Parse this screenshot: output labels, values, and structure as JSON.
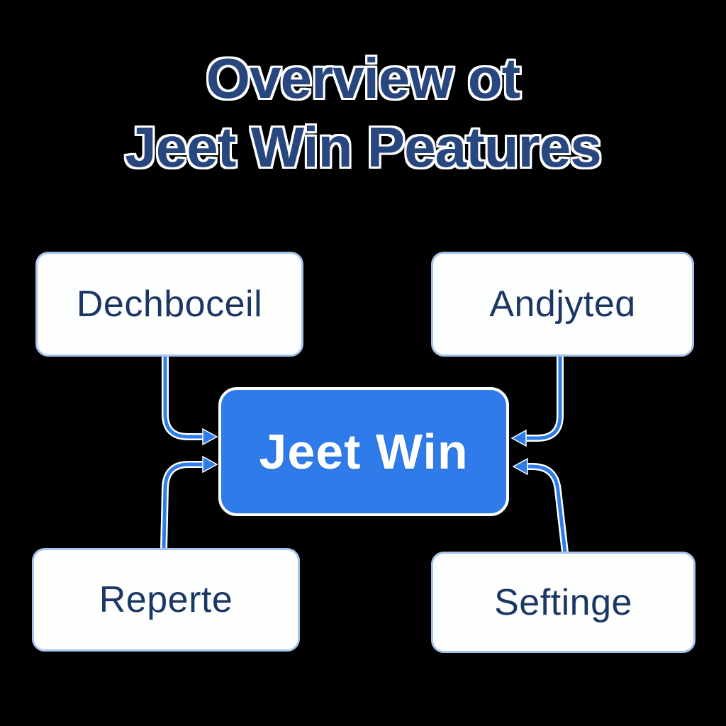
{
  "title": {
    "line1": "Overview ot",
    "line2": "Jeet Win Peatures"
  },
  "nodes": {
    "center": {
      "label": "Jeet Win"
    },
    "dashboard": {
      "label": "Dechboceil"
    },
    "analytics": {
      "label": "Andjyteɑ"
    },
    "reports": {
      "label": "Reperte"
    },
    "settings": {
      "label": "Seftinge"
    }
  },
  "colors": {
    "background": "#000000",
    "title_text": "#27477e",
    "title_outline": "#ffffff",
    "node_background": "#fdfefe",
    "node_border": "#a5c4ec",
    "node_text": "#1d3765",
    "center_background": "#2e7be9",
    "center_border": "#ffffff",
    "center_text": "#ffffff",
    "connector": "#2e7cea",
    "connector_casing": "#ffffff"
  }
}
